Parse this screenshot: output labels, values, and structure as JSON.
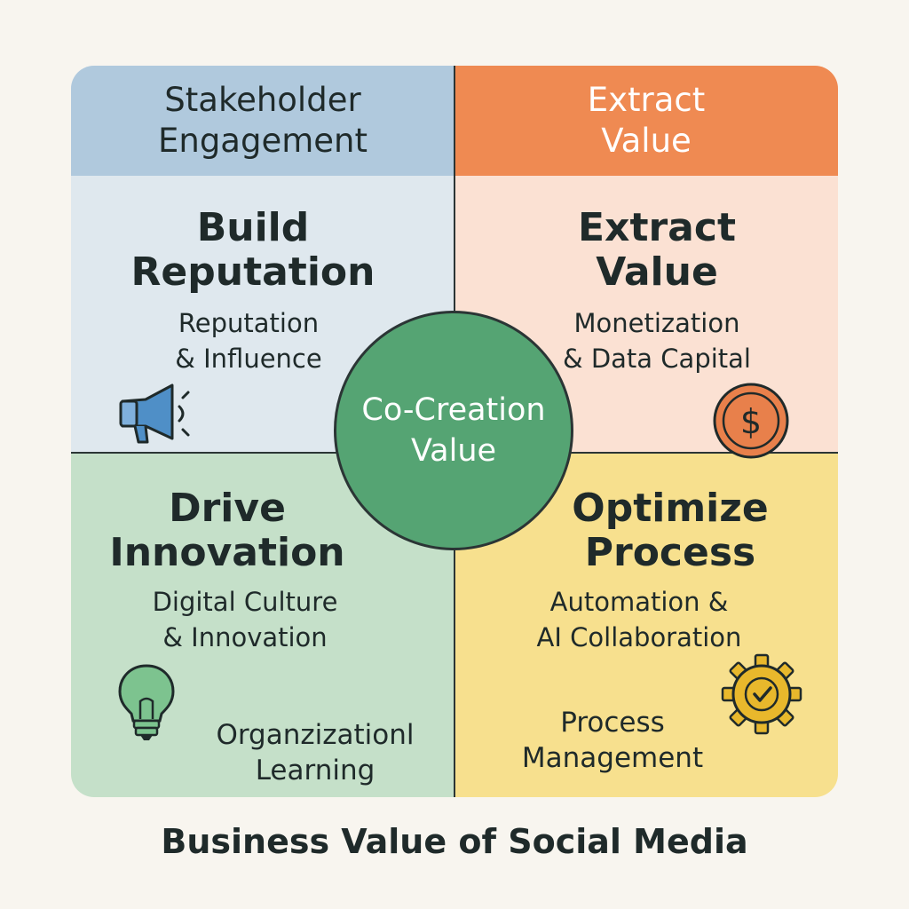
{
  "diagram": {
    "title": "Business Value of Social Media",
    "center": {
      "label": "Co-Creation\nValue"
    },
    "header_left": {
      "label": "Stakeholder\nEngagement"
    },
    "header_right": {
      "label": "Extract\nValue"
    },
    "quadrants": {
      "top_left": {
        "heading": "Build\nReputation",
        "sub": "Reputation\n& Influence",
        "icon": "megaphone-icon"
      },
      "top_right": {
        "heading": "Extract\nValue",
        "sub": "Monetization\n& Data Capital",
        "icon": "dollar-coin-icon"
      },
      "bottom_left": {
        "heading": "Drive\nInnovation",
        "sub": "Digital Culture\n& Innovation",
        "extra": "Organzizationl\nLearning",
        "icon": "lightbulb-icon"
      },
      "bottom_right": {
        "heading": "Optimize\nProcess",
        "sub": "Automation &\nAI Collaboration",
        "extra": "Process\nManagement",
        "icon": "gear-check-icon"
      }
    },
    "colors": {
      "top_left": "#dfe8ee",
      "header_left": "#b0c9dd",
      "top_right": "#fbe1d3",
      "header_right": "#ef8a52",
      "bottom_left": "#c5e0c9",
      "bottom_right": "#f7e08e",
      "center": "#55a473"
    }
  }
}
